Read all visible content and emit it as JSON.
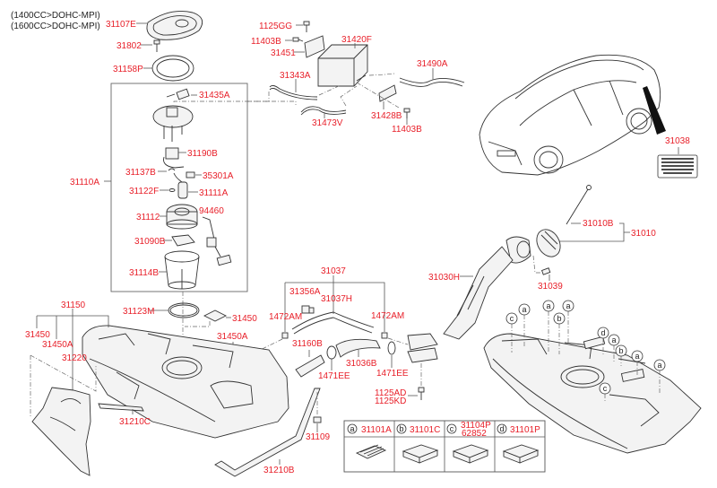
{
  "diagram": {
    "title_notes": [
      "(1400CC>DOHC-MPI)",
      "(1600CC>DOHC-MPI)"
    ],
    "labels": {
      "p31107E": "31107E",
      "p31802": "31802",
      "p31158P": "31158P",
      "p31435A": "31435A",
      "p31190B": "31190B",
      "p31110A": "31110A",
      "p31137B": "31137B",
      "p35301A": "35301A",
      "p31122F": "31122F",
      "p31111A": "31111A",
      "p31112": "31112",
      "p94460": "94460",
      "p31090B": "31090B",
      "p31114B": "31114B",
      "p1125GG": "1125GG",
      "p11403B_top": "11403B",
      "p31451": "31451",
      "p31420F": "31420F",
      "p31343A": "31343A",
      "p31490A": "31490A",
      "p31428B": "31428B",
      "p31473V": "31473V",
      "p11403B_bot": "11403B",
      "p31038": "31038",
      "p31010B": "31010B",
      "p31010": "31010",
      "p31030H": "31030H",
      "p31039": "31039",
      "p31037": "31037",
      "p31356A": "31356A",
      "p31037H": "31037H",
      "p1472AM_l": "1472AM",
      "p1472AM_r": "1472AM",
      "p31160B": "31160B",
      "p31036B": "31036B",
      "p1471EE_l": "1471EE",
      "p1471EE_r": "1471EE",
      "p1125AD": "1125AD",
      "p1125KD": "1125KD",
      "p31123M": "31123M",
      "p31450_r": "31450",
      "p31450A_r": "31450A",
      "p31150": "31150",
      "p31450_l": "31450",
      "p31450A_l": "31450A",
      "p31220": "31220",
      "p31210C": "31210C",
      "p31109": "31109",
      "p31210B": "31210B"
    },
    "legend_table": [
      {
        "key": "a",
        "part": "31101A",
        "part2": ""
      },
      {
        "key": "b",
        "part": "31101C",
        "part2": ""
      },
      {
        "key": "c",
        "part": "31104P",
        "part2": "62852"
      },
      {
        "key": "d",
        "part": "31101P",
        "part2": ""
      }
    ],
    "tank_callouts": [
      "c",
      "a",
      "a",
      "b",
      "a",
      "d",
      "a",
      "b",
      "a",
      "a",
      "c"
    ],
    "colors": {
      "label": "#e8202a",
      "line": "#333333"
    }
  }
}
